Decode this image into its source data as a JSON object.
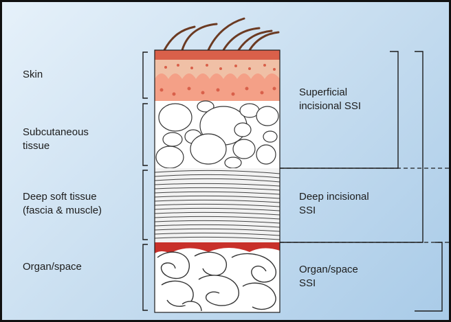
{
  "layers": [
    {
      "id": "skin",
      "label_lines": [
        "Skin"
      ]
    },
    {
      "id": "subcutaneous",
      "label_lines": [
        "Subcutaneous",
        "tissue"
      ]
    },
    {
      "id": "deep-soft-tissue",
      "label_lines": [
        "Deep soft tissue",
        "(fascia & muscle)"
      ]
    },
    {
      "id": "organ-space",
      "label_lines": [
        "Organ/space"
      ]
    }
  ],
  "infection_classes": [
    {
      "id": "superficial",
      "label_lines": [
        "Superficial",
        "incisional SSI"
      ]
    },
    {
      "id": "deep",
      "label_lines": [
        "Deep incisional",
        "SSI"
      ]
    },
    {
      "id": "organ-space",
      "label_lines": [
        "Organ/space",
        "SSI"
      ]
    }
  ],
  "colors": {
    "background": "#c5dcef",
    "skin_top": "#d9604a",
    "skin_mid": "#f0c0a6",
    "skin_bottom": "#f4a087",
    "fat": "#ffffff",
    "muscle": "#f2f2f2",
    "blood": "#c8302a",
    "hair": "#6b3a22",
    "line": "#1c1c1c"
  }
}
